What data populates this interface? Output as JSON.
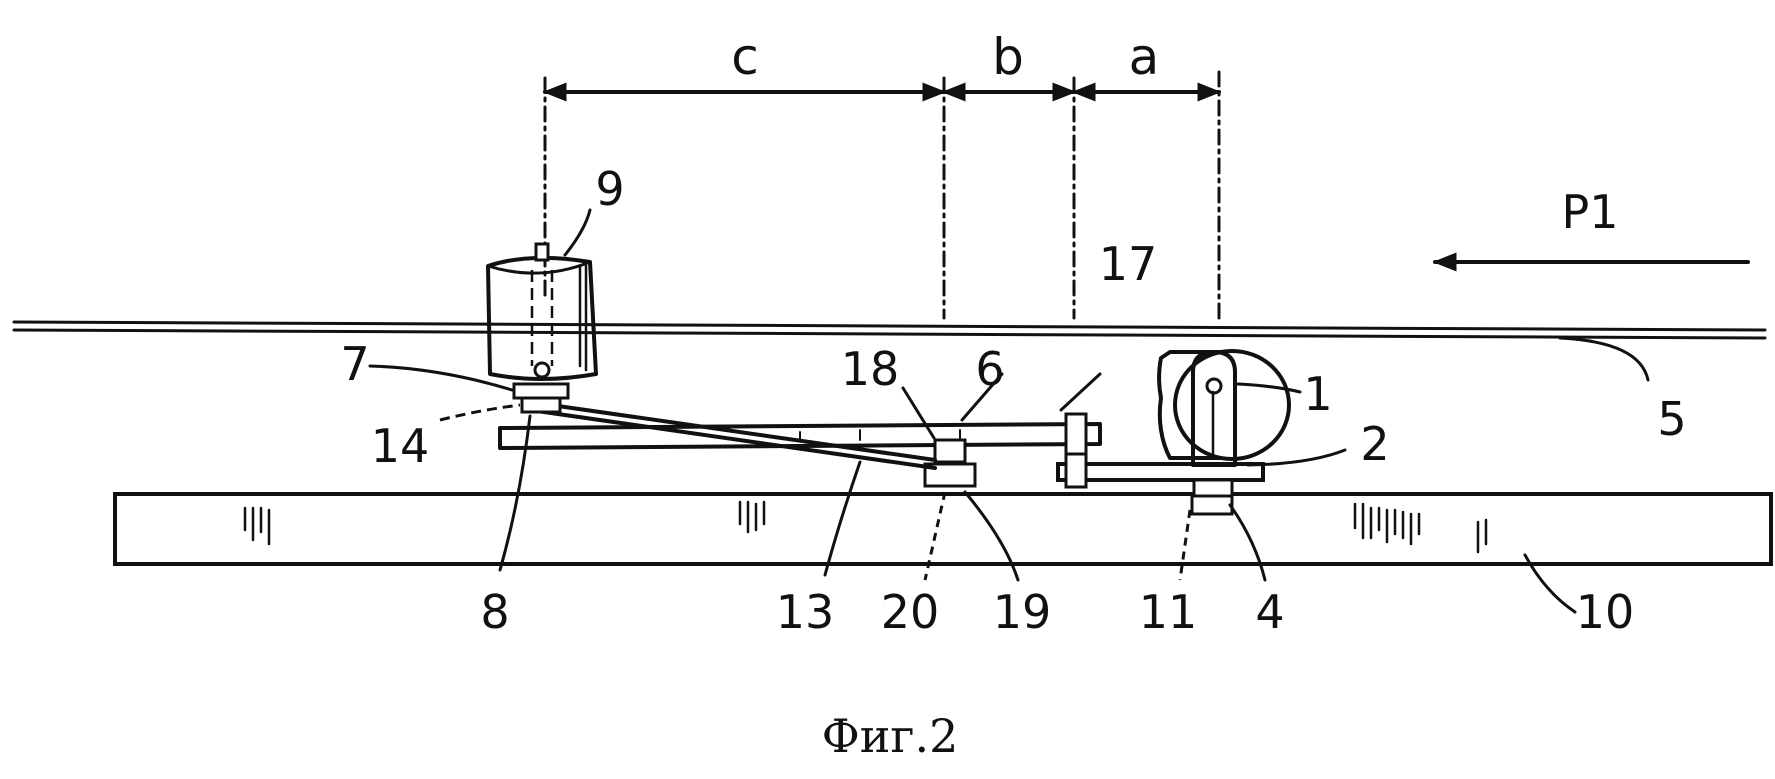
{
  "figure": {
    "caption": "Фиг.2",
    "direction_label": "P1",
    "dimensions": {
      "a": "a",
      "b": "b",
      "c": "c"
    },
    "labels": {
      "l1": "1",
      "l2": "2",
      "l4": "4",
      "l5": "5",
      "l6": "6",
      "l7": "7",
      "l8": "8",
      "l9": "9",
      "l10": "10",
      "l11": "11",
      "l13": "13",
      "l14": "14",
      "l17": "17",
      "l18": "18",
      "l19": "19",
      "l20": "20"
    }
  }
}
